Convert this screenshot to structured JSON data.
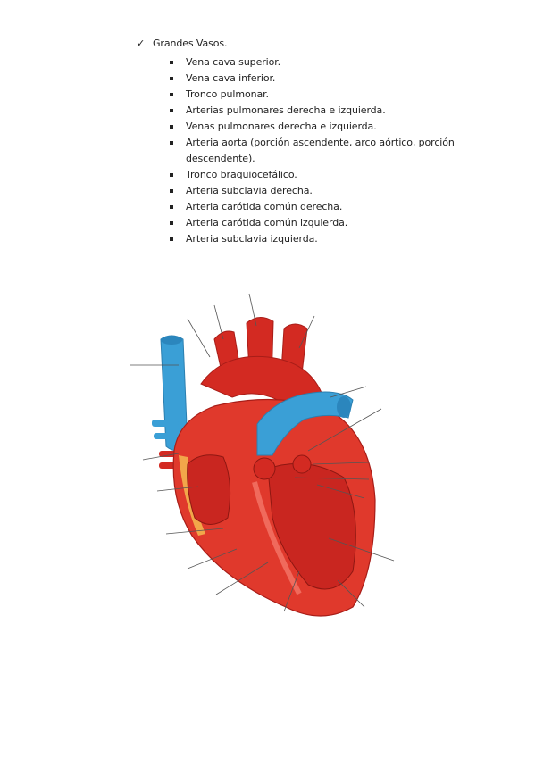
{
  "section": {
    "check_icon": "check-icon",
    "title": "Grandes Vasos."
  },
  "vessels": [
    "Vena cava superior.",
    "Vena cava inferior.",
    "Tronco pulmonar.",
    "Arterias pulmonares derecha e izquierda.",
    "Venas pulmonares derecha e izquierda.",
    "Arteria aorta (porción ascendente, arco aórtico, porción descendente).",
    "Tronco braquiocefálico.",
    "Arteria subclavia derecha.",
    "Arteria carótida común derecha.",
    "Arteria carótida común izquierda.",
    "Arteria subclavia izquierda."
  ],
  "figure": {
    "subject": "heart-cross-section-diagram",
    "colors": {
      "artery": "#d32a22",
      "vein": "#3a9fd6",
      "muscle": "#e0392c",
      "fat": "#f2a64a"
    }
  }
}
